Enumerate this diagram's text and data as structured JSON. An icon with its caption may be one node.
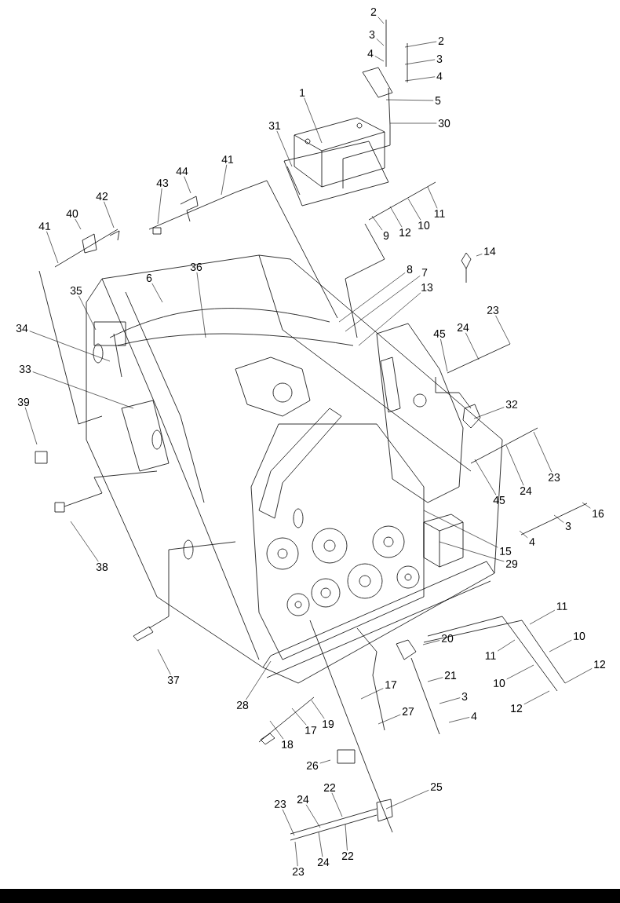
{
  "diagram": {
    "nodes": [
      {
        "text": [
          "2"
        ]
      },
      {
        "text": [
          "3"
        ]
      },
      {
        "text": [
          "4"
        ]
      },
      {
        "text": [
          "2"
        ]
      },
      {
        "text": [
          "3"
        ]
      },
      {
        "text": [
          "4"
        ]
      },
      {
        "text": [
          "5"
        ]
      },
      {
        "text": [
          "30"
        ]
      },
      {
        "text": [
          "1"
        ]
      },
      {
        "text": [
          "31"
        ]
      },
      {
        "text": [
          "41"
        ]
      },
      {
        "text": [
          "44"
        ]
      },
      {
        "text": [
          "43"
        ]
      },
      {
        "text": [
          "42"
        ]
      },
      {
        "text": [
          "40"
        ]
      },
      {
        "text": [
          "41"
        ]
      },
      {
        "text": [
          "11"
        ]
      },
      {
        "text": [
          "10"
        ]
      },
      {
        "text": [
          "12"
        ]
      },
      {
        "text": [
          "9"
        ]
      },
      {
        "text": [
          "8"
        ]
      },
      {
        "text": [
          "7"
        ]
      },
      {
        "text": [
          "14"
        ]
      },
      {
        "text": [
          "13"
        ]
      },
      {
        "text": [
          "6"
        ]
      },
      {
        "text": [
          "36"
        ]
      },
      {
        "text": [
          "35"
        ]
      },
      {
        "text": [
          "34"
        ]
      },
      {
        "text": [
          "33"
        ]
      },
      {
        "text": [
          "39"
        ]
      },
      {
        "text": [
          "38"
        ]
      },
      {
        "text": [
          "45"
        ]
      },
      {
        "text": [
          "24"
        ]
      },
      {
        "text": [
          "23"
        ]
      },
      {
        "text": [
          "32"
        ]
      },
      {
        "text": [
          "45"
        ]
      },
      {
        "text": [
          "24"
        ]
      },
      {
        "text": [
          "23"
        ]
      },
      {
        "text": [
          "16"
        ]
      },
      {
        "text": [
          "3"
        ]
      },
      {
        "text": [
          "4"
        ]
      },
      {
        "text": [
          "15"
        ]
      },
      {
        "text": [
          "29"
        ]
      },
      {
        "text": [
          "37"
        ]
      },
      {
        "text": [
          "28"
        ]
      },
      {
        "text": [
          "11"
        ]
      },
      {
        "text": [
          "10"
        ]
      },
      {
        "text": [
          "12"
        ]
      },
      {
        "text": [
          "11"
        ]
      },
      {
        "text": [
          "10"
        ]
      },
      {
        "text": [
          "12"
        ]
      },
      {
        "text": [
          "20"
        ]
      },
      {
        "text": [
          "21"
        ]
      },
      {
        "text": [
          "3"
        ]
      },
      {
        "text": [
          "4"
        ]
      },
      {
        "text": [
          "17"
        ]
      },
      {
        "text": [
          "27"
        ]
      },
      {
        "text": [
          "18"
        ]
      },
      {
        "text": [
          "17"
        ]
      },
      {
        "text": [
          "19"
        ]
      },
      {
        "text": [
          "26"
        ]
      },
      {
        "text": [
          "25"
        ]
      },
      {
        "text": [
          "22"
        ]
      },
      {
        "text": [
          "24"
        ]
      },
      {
        "text": [
          "23"
        ]
      },
      {
        "text": [
          "22"
        ]
      },
      {
        "text": [
          "24"
        ]
      },
      {
        "text": [
          "23"
        ]
      }
    ],
    "edges": [
      {
        "from": 0,
        "to": null,
        "arrow": "none"
      },
      {
        "from": 1,
        "to": null,
        "arrow": "none"
      },
      {
        "from": 2,
        "to": null,
        "arrow": "none"
      },
      {
        "from": 3,
        "to": null,
        "arrow": "none"
      },
      {
        "from": 4,
        "to": null,
        "arrow": "none"
      },
      {
        "from": 5,
        "to": null,
        "arrow": "none"
      },
      {
        "from": 6,
        "to": null,
        "arrow": "none"
      },
      {
        "from": 7,
        "to": null,
        "arrow": "none"
      },
      {
        "from": 8,
        "to": null,
        "arrow": "none"
      },
      {
        "from": 9,
        "to": null,
        "arrow": "none"
      },
      {
        "from": 10,
        "to": null,
        "arrow": "none"
      },
      {
        "from": 11,
        "to": null,
        "arrow": "none"
      },
      {
        "from": 12,
        "to": null,
        "arrow": "none"
      },
      {
        "from": 13,
        "to": null,
        "arrow": "none"
      },
      {
        "from": 14,
        "to": null,
        "arrow": "none"
      },
      {
        "from": 15,
        "to": null,
        "arrow": "none"
      },
      {
        "from": 16,
        "to": null,
        "arrow": "none"
      },
      {
        "from": 17,
        "to": null,
        "arrow": "none"
      },
      {
        "from": 18,
        "to": null,
        "arrow": "none"
      },
      {
        "from": 19,
        "to": null,
        "arrow": "none"
      },
      {
        "from": 20,
        "to": null,
        "arrow": "none"
      },
      {
        "from": 21,
        "to": null,
        "arrow": "none"
      },
      {
        "from": 22,
        "to": null,
        "arrow": "none"
      },
      {
        "from": 23,
        "to": null,
        "arrow": "none"
      },
      {
        "from": 24,
        "to": null,
        "arrow": "none"
      },
      {
        "from": 25,
        "to": null,
        "arrow": "none"
      },
      {
        "from": 26,
        "to": null,
        "arrow": "none"
      },
      {
        "from": 27,
        "to": null,
        "arrow": "none"
      },
      {
        "from": 28,
        "to": null,
        "arrow": "none"
      },
      {
        "from": 29,
        "to": null,
        "arrow": "none"
      },
      {
        "from": 30,
        "to": null,
        "arrow": "none"
      },
      {
        "from": 31,
        "to": null,
        "arrow": "none"
      },
      {
        "from": 32,
        "to": null,
        "arrow": "none"
      },
      {
        "from": 33,
        "to": null,
        "arrow": "none"
      },
      {
        "from": 34,
        "to": null,
        "arrow": "none"
      },
      {
        "from": 35,
        "to": null,
        "arrow": "none"
      },
      {
        "from": 36,
        "to": null,
        "arrow": "none"
      },
      {
        "from": 37,
        "to": null,
        "arrow": "none"
      },
      {
        "from": 38,
        "to": null,
        "arrow": "none"
      },
      {
        "from": 39,
        "to": null,
        "arrow": "none"
      },
      {
        "from": 40,
        "to": null,
        "arrow": "none"
      },
      {
        "from": 41,
        "to": null,
        "arrow": "none"
      },
      {
        "from": 42,
        "to": null,
        "arrow": "none"
      },
      {
        "from": 43,
        "to": null,
        "arrow": "none"
      },
      {
        "from": 44,
        "to": null,
        "arrow": "none"
      },
      {
        "from": 45,
        "to": null,
        "arrow": "none"
      },
      {
        "from": 46,
        "to": null,
        "arrow": "none"
      },
      {
        "from": 47,
        "to": null,
        "arrow": "none"
      },
      {
        "from": 48,
        "to": null,
        "arrow": "none"
      },
      {
        "from": 49,
        "to": null,
        "arrow": "none"
      },
      {
        "from": 50,
        "to": null,
        "arrow": "none"
      },
      {
        "from": 51,
        "to": null,
        "arrow": "none"
      },
      {
        "from": 52,
        "to": null,
        "arrow": "none"
      },
      {
        "from": 53,
        "to": null,
        "arrow": "none"
      },
      {
        "from": 54,
        "to": null,
        "arrow": "none"
      },
      {
        "from": 55,
        "to": null,
        "arrow": "none"
      },
      {
        "from": 56,
        "to": null,
        "arrow": "none"
      },
      {
        "from": 57,
        "to": null,
        "arrow": "none"
      },
      {
        "from": 58,
        "to": null,
        "arrow": "none"
      },
      {
        "from": 59,
        "to": null,
        "arrow": "none"
      },
      {
        "from": 60,
        "to": null,
        "arrow": "none"
      },
      {
        "from": 61,
        "to": null,
        "arrow": "none"
      },
      {
        "from": 62,
        "to": null,
        "arrow": "none"
      },
      {
        "from": 63,
        "to": null,
        "arrow": "none"
      },
      {
        "from": 64,
        "to": null,
        "arrow": "none"
      },
      {
        "from": 65,
        "to": null,
        "arrow": "none"
      },
      {
        "from": 66,
        "to": null,
        "arrow": "none"
      },
      {
        "from": 67,
        "to": null,
        "arrow": "none"
      }
    ]
  }
}
